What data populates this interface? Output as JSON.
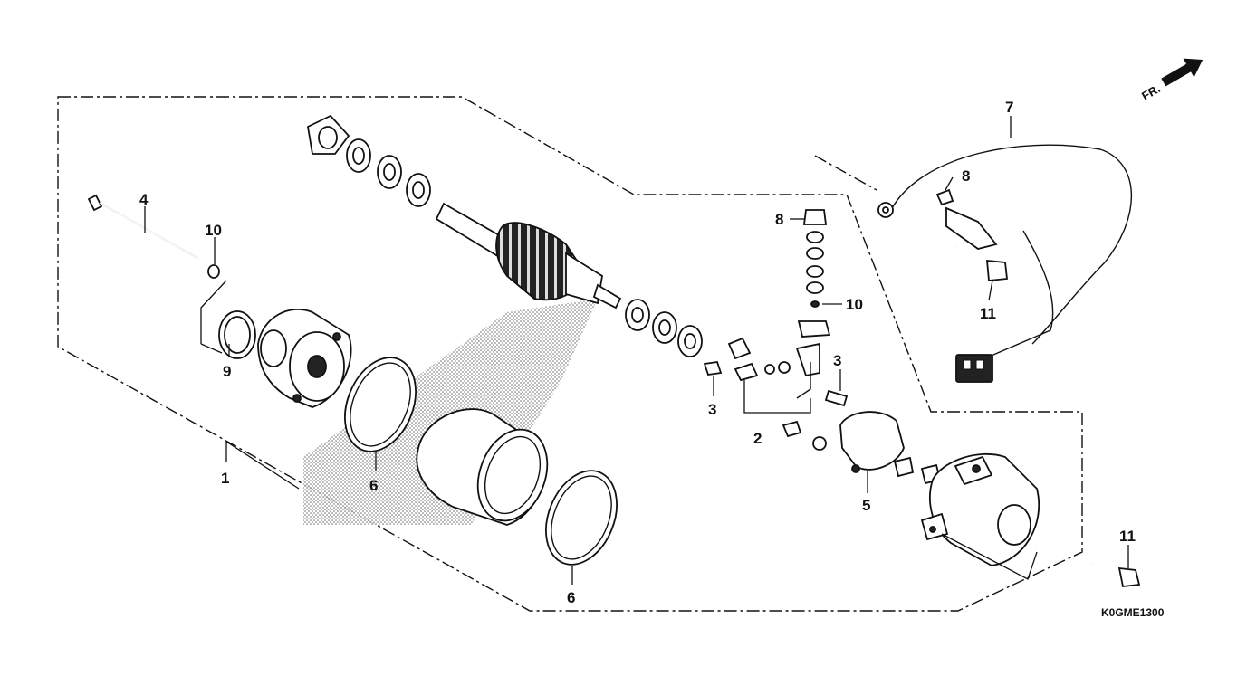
{
  "diagram": {
    "drawing_code": "K0GME1300",
    "front_indicator": "FR.",
    "callouts": [
      {
        "id": "c1",
        "text": "1"
      },
      {
        "id": "c2",
        "text": "2"
      },
      {
        "id": "c3a",
        "text": "3"
      },
      {
        "id": "c3b",
        "text": "3"
      },
      {
        "id": "c4",
        "text": "4"
      },
      {
        "id": "c5",
        "text": "5"
      },
      {
        "id": "c6a",
        "text": "6"
      },
      {
        "id": "c6b",
        "text": "6"
      },
      {
        "id": "c7",
        "text": "7"
      },
      {
        "id": "c8a",
        "text": "8"
      },
      {
        "id": "c8b",
        "text": "8"
      },
      {
        "id": "c9",
        "text": "9"
      },
      {
        "id": "c10a",
        "text": "10"
      },
      {
        "id": "c10b",
        "text": "10"
      },
      {
        "id": "c11a",
        "text": "11"
      },
      {
        "id": "c11b",
        "text": "11"
      }
    ]
  }
}
